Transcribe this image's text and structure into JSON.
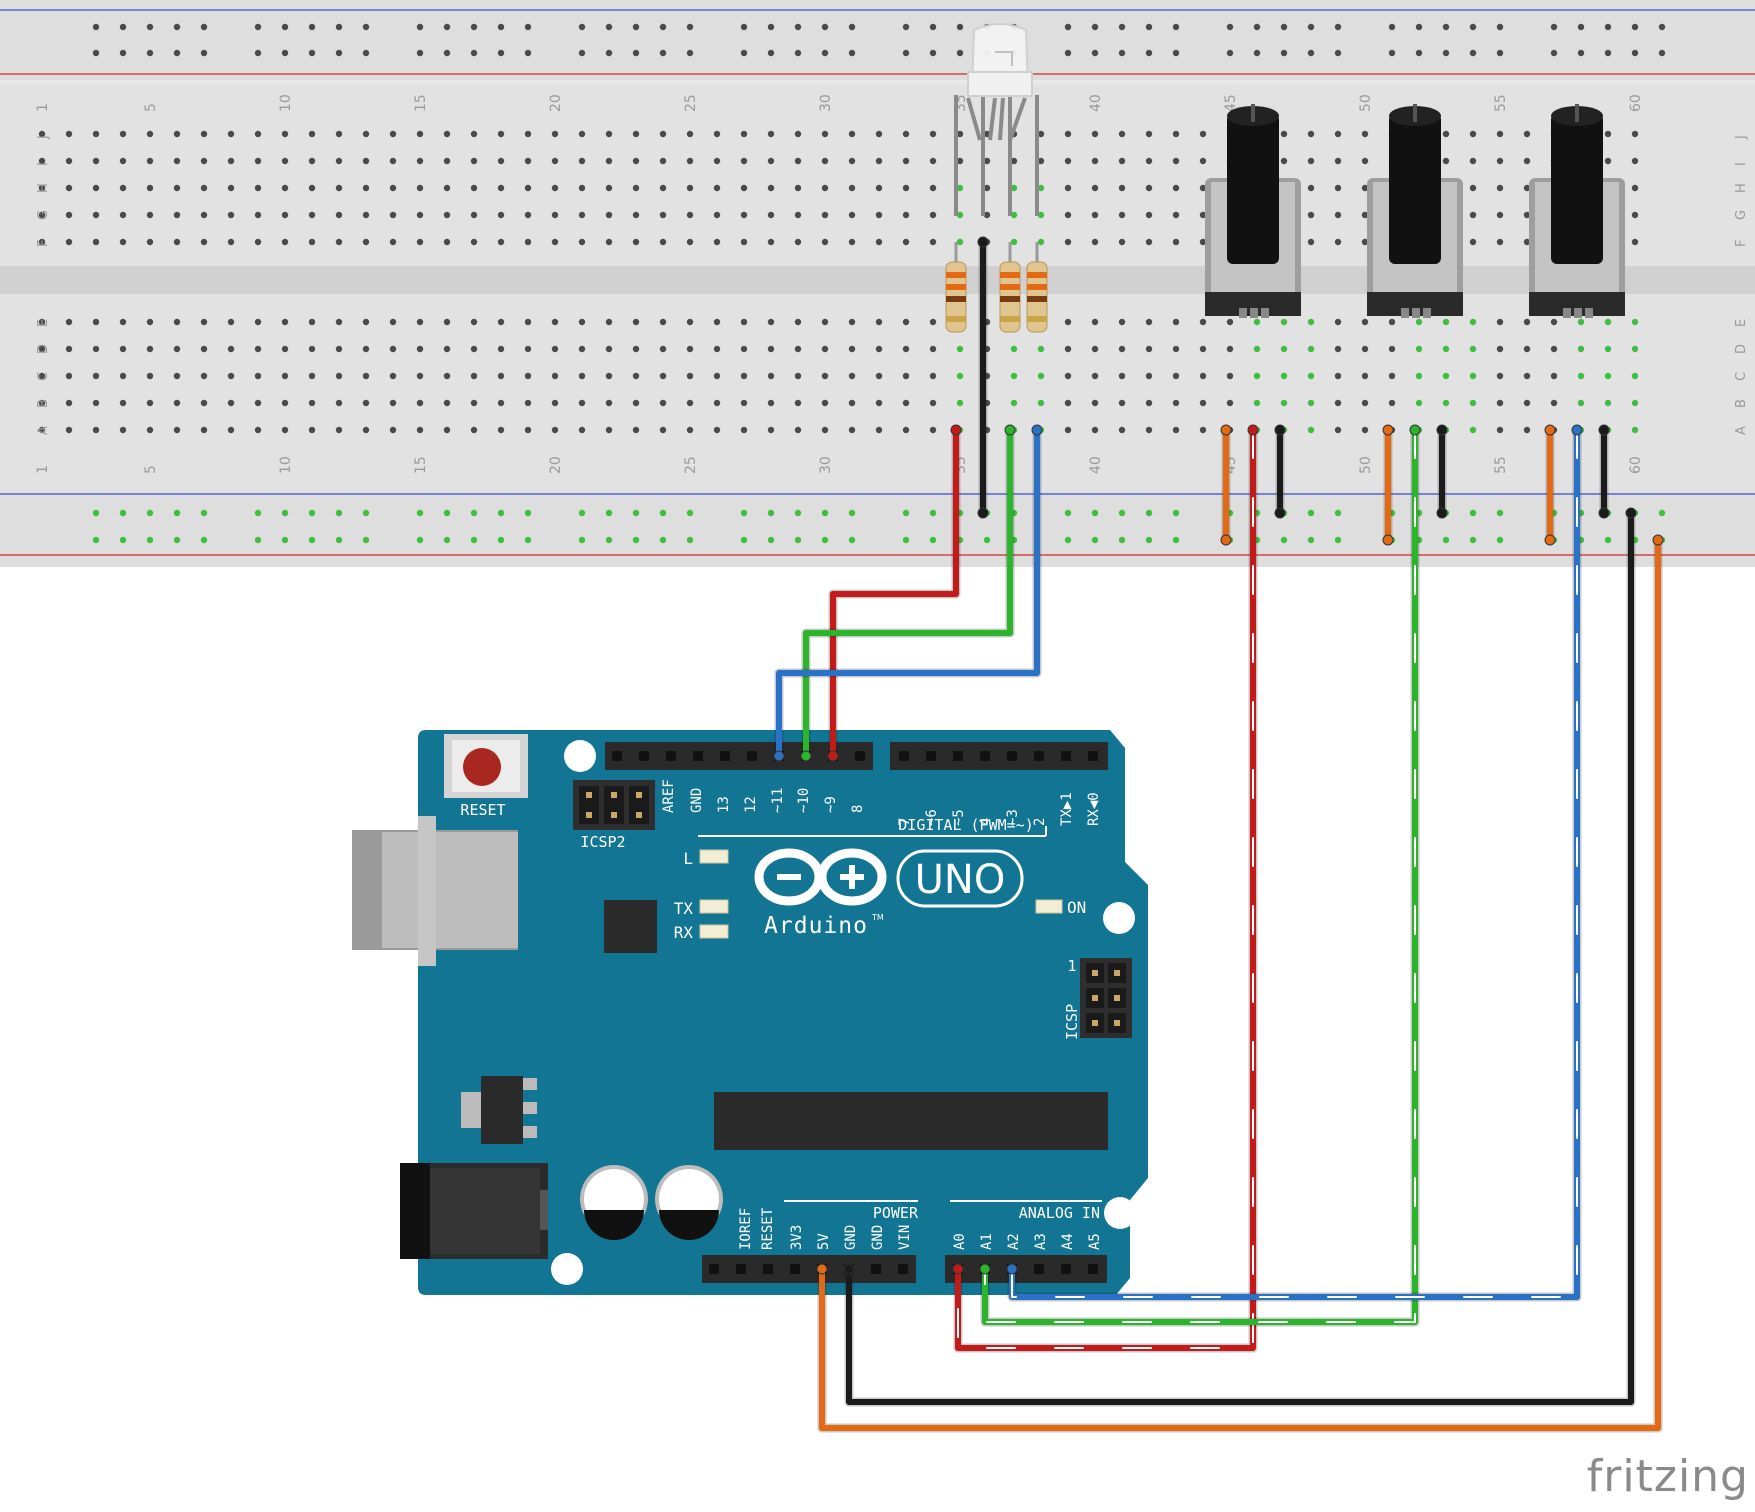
{
  "breadboard": {
    "column_numbers": [
      "1",
      "5",
      "10",
      "15",
      "20",
      "25",
      "30",
      "35",
      "40",
      "45",
      "50",
      "55",
      "60"
    ],
    "rows_top": [
      "J",
      "I",
      "H",
      "G",
      "F"
    ],
    "rows_bottom": [
      "E",
      "D",
      "C",
      "B",
      "A"
    ]
  },
  "arduino": {
    "reset_label": "RESET",
    "icsp2_label": "ICSP2",
    "icsp_label": "ICSP",
    "icsp_pin1": "1",
    "digital_header_pins": [
      "AREF",
      "GND",
      "13",
      "12",
      "~11",
      "~10",
      "~9",
      "8"
    ],
    "digital_header_pins2": [
      "7",
      "~6",
      "~5",
      "4",
      "~3",
      "2",
      "TX▶1",
      "RX◀0"
    ],
    "digital_label": "DIGITAL (PWM=~)",
    "led_l": "L",
    "led_tx": "TX",
    "led_rx": "RX",
    "led_on": "ON",
    "brand": "Arduino",
    "trademark": "TM",
    "model": "UNO",
    "power_label": "POWER",
    "power_pins": [
      "IOREF",
      "RESET",
      "3V3",
      "5V",
      "GND",
      "GND",
      "VIN"
    ],
    "analog_label": "ANALOG IN",
    "analog_pins": [
      "A0",
      "A1",
      "A2",
      "A3",
      "A4",
      "A5"
    ]
  },
  "watermark": "fritzing",
  "colors": {
    "board_blue": "#127593",
    "breadboard": "#dcdcdc",
    "wire_red": "#c31a1a",
    "wire_green": "#2ab52a",
    "wire_blue": "#2a72c8",
    "wire_black": "#1b1b1b",
    "wire_orange": "#e36a12"
  }
}
